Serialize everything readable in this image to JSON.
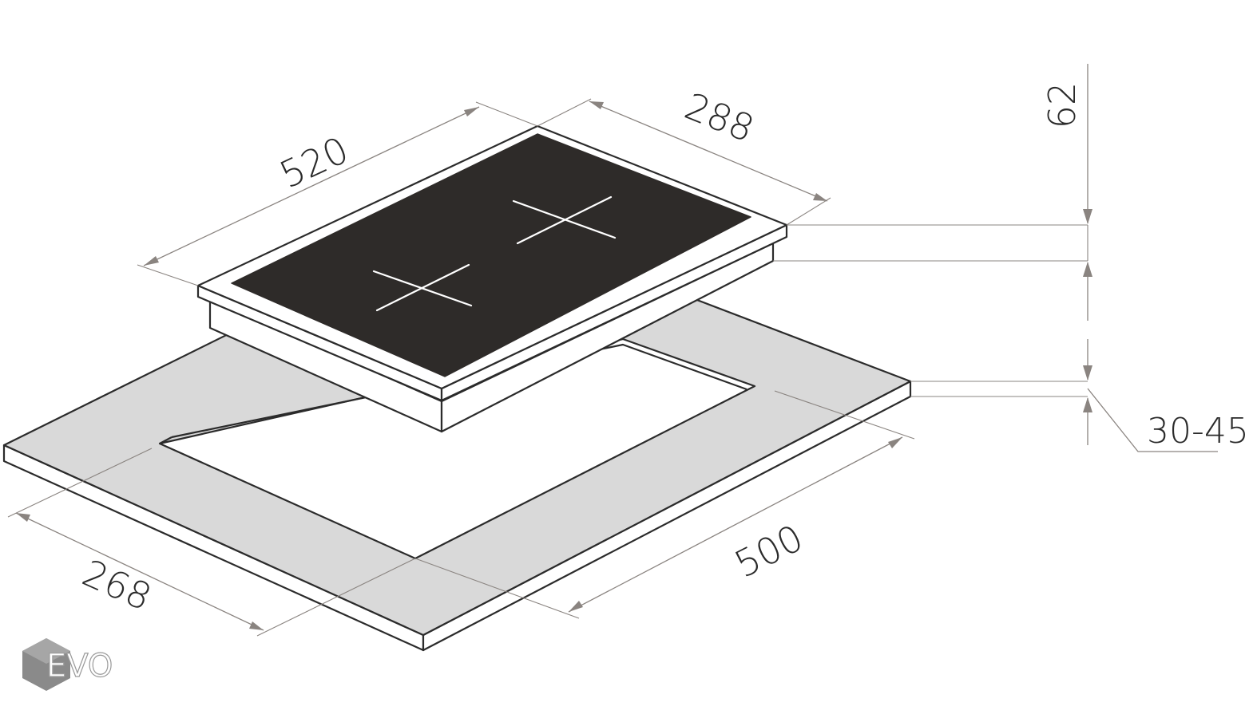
{
  "dimensions": {
    "hob_length": "520",
    "hob_depth": "288",
    "hob_height": "62",
    "worktop_thickness": "30-45",
    "cutout_length": "500",
    "cutout_depth": "268"
  },
  "logo": {
    "text": "EVO"
  },
  "colors": {
    "glass": "#2e2b29",
    "frame": "#ffffff",
    "worktop": "#d9d9d9",
    "outline": "#2b2b2b",
    "dimension": "#8a8480",
    "burner_marks": "#ffffff",
    "logo_hex": "#8a8a8a"
  }
}
